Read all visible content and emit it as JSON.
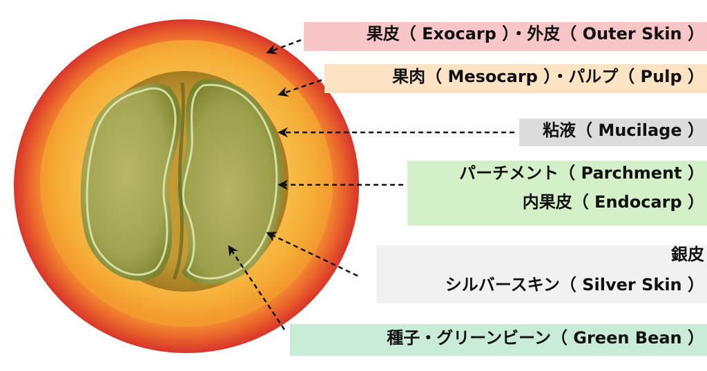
{
  "labels": {
    "exocarp": "果皮（ Exocarp ）・外皮（ Outer Skin ）",
    "mesocarp": "果肉（ Mesocarp ）・パルプ（ Pulp ）",
    "mucilage": "粘液（ Mucilage ）",
    "parchment_line1": "パーチメント（ Parchment ）",
    "parchment_line2": "内果皮（ Endocarp ）",
    "silver_line1": "銀皮",
    "silver_line2": "シルバースキン（ Silver Skin ）",
    "bean": "種子・グリーンビーン（ Green Bean ）"
  },
  "colors": {
    "exocarp_bg": "#f8c6c6",
    "mesocarp_bg": "#fbe3c4",
    "mucilage_bg": "#dcdcdc",
    "parchment_bg": "#d4f0c8",
    "silver_bg": "#f1f1f1",
    "bean_bg": "#c9ecd9",
    "skin_red": "#e2412a",
    "skin_orange": "#f0882b",
    "pulp_yellow": "#f6b43c",
    "bean_green": "#a3a656",
    "bean_dark": "#6c7328",
    "parchment_line": "#d9e6a8"
  }
}
